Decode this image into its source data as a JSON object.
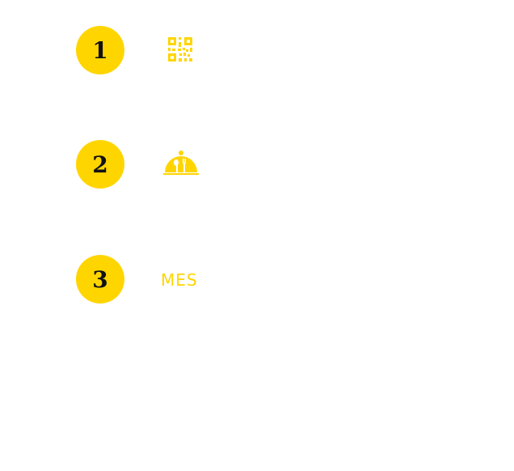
{
  "accent_color": "#FFD500",
  "steps": [
    {
      "number": "1",
      "icon": "qr-code-icon"
    },
    {
      "number": "2",
      "icon": "serving-cloche-icon"
    },
    {
      "number": "3",
      "icon": "mes-text-logo",
      "label": "MES"
    }
  ]
}
